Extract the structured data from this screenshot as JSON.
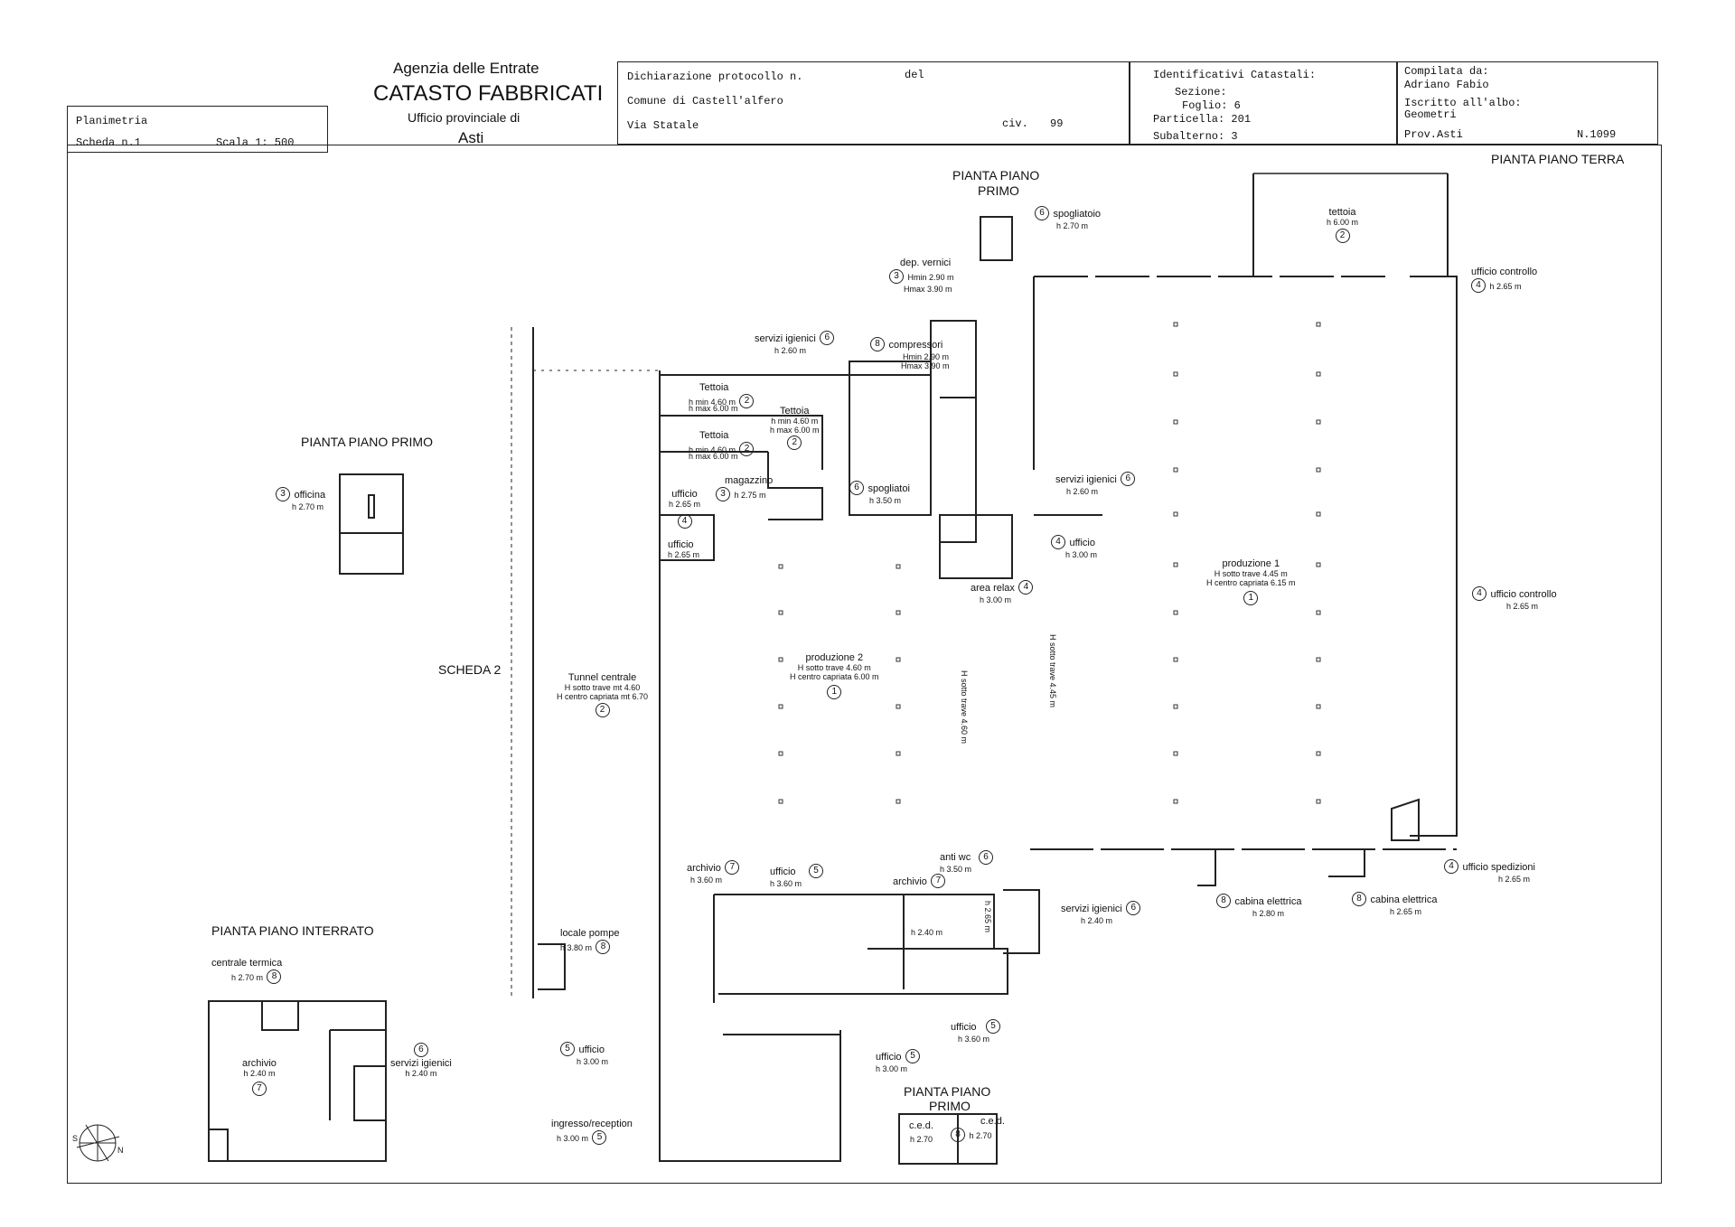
{
  "header": {
    "planimetria": "Planimetria",
    "scheda": "Scheda n.1",
    "scala": "Scala 1: 500",
    "agency": "Agenzia delle Entrate",
    "catasto": "CATASTO FABBRICATI",
    "ufficio": "Ufficio provinciale di",
    "provincia": "Asti",
    "dichiarazione": "Dichiarazione protocollo n.",
    "del": "del",
    "comune": "Comune di Castell'alfero",
    "via": "Via Statale",
    "civ": "civ.",
    "civ_num": "99",
    "identificativi": "Identificativi Catastali:",
    "sezione": "Sezione:",
    "foglio": "Foglio: 6",
    "particella": "Particella: 201",
    "subalterno": "Subalterno: 3",
    "compilata": "Compilata da:",
    "compilatore": "Adriano Fabio",
    "iscritto": "Iscritto all'albo:",
    "albo": "Geometri",
    "prov": "Prov.Asti",
    "numero": "N.1099"
  },
  "section_titles": {
    "piano_terra": "PIANTA PIANO TERRA",
    "piano_primo_top_1": "PIANTA PIANO",
    "piano_primo_top_2": "PRIMO",
    "piano_primo_left": "PIANTA PIANO PRIMO",
    "piano_interrato": "PIANTA PIANO INTERRATO",
    "piano_primo_bottom_1": "PIANTA PIANO",
    "piano_primo_bottom_2": "PRIMO",
    "scheda2": "SCHEDA 2"
  },
  "rooms": [
    {
      "name": "spogliatoio",
      "h": "h 2.70 m",
      "n": "6"
    },
    {
      "name": "tettoia",
      "h": "h 6.00 m",
      "n": "2"
    },
    {
      "name": "dep. vernici",
      "h": "Hmin 2.90 m",
      "h2": "Hmax 3.90 m",
      "n": "3"
    },
    {
      "name": "ufficio controllo",
      "h": "h 2.65 m",
      "n": "4"
    },
    {
      "name": "servizi igienici",
      "h": "h 2.60 m",
      "n": "6"
    },
    {
      "name": "compressori",
      "h": "Hmin 2.90 m",
      "h2": "Hmax 3.90 m",
      "n": "8"
    },
    {
      "name": "Tettoia",
      "h": "h min 4.60 m",
      "h2": "h max 6.00 m",
      "n": "2"
    },
    {
      "name": "Tettoia",
      "h": "h min 4.60 m",
      "h2": "h max 6.00 m",
      "n": "2"
    },
    {
      "name": "Tettoia",
      "h": "h min 4.60 m",
      "h2": "h max 6.00 m",
      "n": "2"
    },
    {
      "name": "officina",
      "h": "h 2.70 m",
      "n": "3"
    },
    {
      "name": "ufficio",
      "h": "h 2.65 m",
      "n": "4"
    },
    {
      "name": "magazzino",
      "h": "h 2.75 m",
      "n": "3"
    },
    {
      "name": "spogliatoi",
      "h": "h 3.50 m",
      "n": "6"
    },
    {
      "name": "servizi igienici",
      "h": "h 2.60 m",
      "n": "6"
    },
    {
      "name": "ufficio",
      "h": "h 2.65 m",
      "n": ""
    },
    {
      "name": "ufficio",
      "h": "h 3.00 m",
      "n": "4"
    },
    {
      "name": "area relax",
      "h": "h 3.00 m",
      "n": "4"
    },
    {
      "name": "produzione 1",
      "h": "H sotto trave 4.45 m",
      "h2": "H centro capriata 6.15 m",
      "n": "1"
    },
    {
      "name": "ufficio controllo",
      "h": "h 2.65 m",
      "n": "4"
    },
    {
      "name": "Tunnel centrale",
      "h": "H sotto trave mt 4.60",
      "h2": "H centro capriata mt 6.70",
      "n": "2"
    },
    {
      "name": "produzione 2",
      "h": "H sotto trave 4.60 m",
      "h2": "H centro capriata 6.00 m",
      "n": "1"
    },
    {
      "name": "archivio",
      "h": "h 3.60 m",
      "n": "7"
    },
    {
      "name": "ufficio",
      "h": "h 3.60 m",
      "n": "5"
    },
    {
      "name": "anti wc",
      "h": "h 3.50 m",
      "n": "6"
    },
    {
      "name": "archivio",
      "h": "h 2.40 m",
      "n": "7"
    },
    {
      "name": "servizi igienici",
      "h": "h 2.40 m",
      "n": "6"
    },
    {
      "name": "cabina elettrica",
      "h": "h 2.80 m",
      "n": "8"
    },
    {
      "name": "cabina elettrica",
      "h": "h 2.65 m",
      "n": "8"
    },
    {
      "name": "ufficio spedizioni",
      "h": "h 2.65 m",
      "n": "4"
    },
    {
      "name": "locale pompe",
      "h": "h 3.80 m",
      "n": "8"
    },
    {
      "name": "centrale termica",
      "h": "h 2.70 m",
      "n": "8"
    },
    {
      "name": "archivio",
      "h": "h 2.40 m",
      "n": "7"
    },
    {
      "name": "servizi igienici",
      "h": "h 2.40 m",
      "n": "6"
    },
    {
      "name": "ufficio",
      "h": "h 3.60 m",
      "n": "5"
    },
    {
      "name": "ufficio",
      "h": "h 3.00 m",
      "n": "5"
    },
    {
      "name": "ufficio",
      "h": "h 3.00 m",
      "n": "5"
    },
    {
      "name": "ingresso/reception",
      "h": "h 3.00 m",
      "n": "5"
    },
    {
      "name": "c.e.d.",
      "h": "h 2.70",
      "n": ""
    },
    {
      "name": "c.e.d.",
      "h": "h 2.70",
      "n": "8"
    }
  ],
  "vertical_notes": {
    "v1": "H sotto trave 4.60 m",
    "v2": "H sotto trave 4.45 m",
    "v3": "h 2.65 m"
  },
  "compass": {
    "north": "N",
    "south": "S"
  }
}
